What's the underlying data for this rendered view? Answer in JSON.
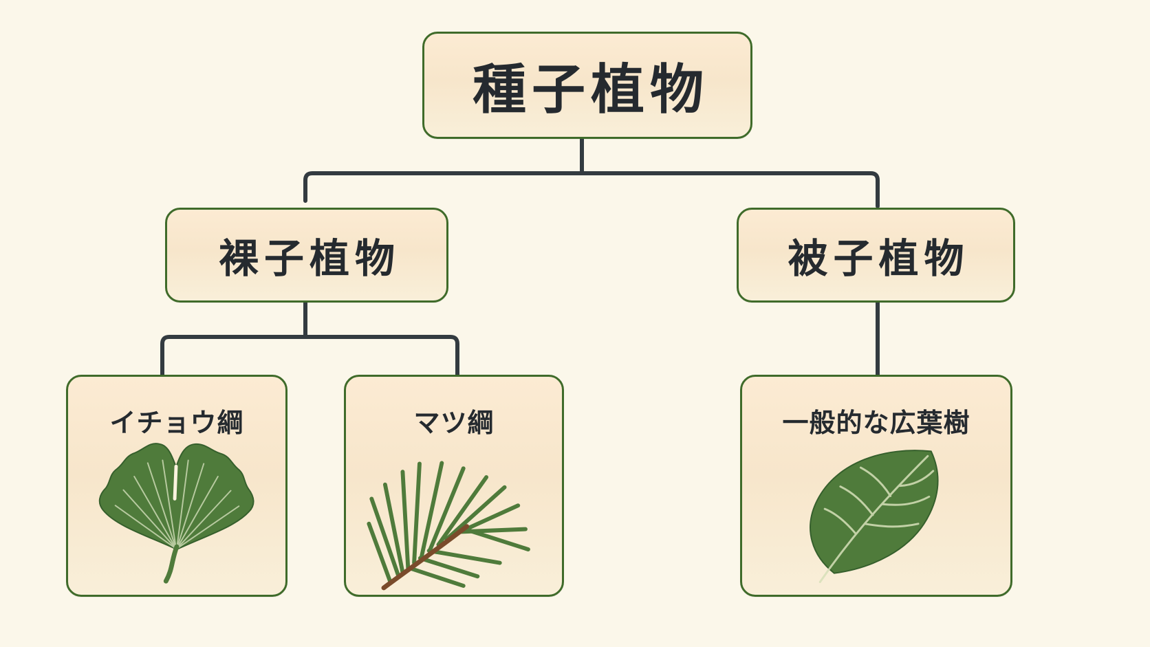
{
  "diagram": {
    "root": {
      "label": "種子植物"
    },
    "groups": [
      {
        "label": "裸子植物",
        "children": [
          {
            "label": "イチョウ綱",
            "icon": "ginkgo-leaf-icon"
          },
          {
            "label": "マツ綱",
            "icon": "pine-needles-icon"
          }
        ]
      },
      {
        "label": "被子植物",
        "children": [
          {
            "label": "一般的な広葉樹",
            "icon": "broadleaf-icon"
          }
        ]
      }
    ],
    "colors": {
      "background": "#fbf7ea",
      "box_fill": "#f8e8cf",
      "box_border": "#3f6b2a",
      "line": "#333b40",
      "leaf": "#4f7b3b",
      "leaf_dark": "#355f2c",
      "vein": "#d7e0b9",
      "stem": "#7a4b2b"
    }
  }
}
